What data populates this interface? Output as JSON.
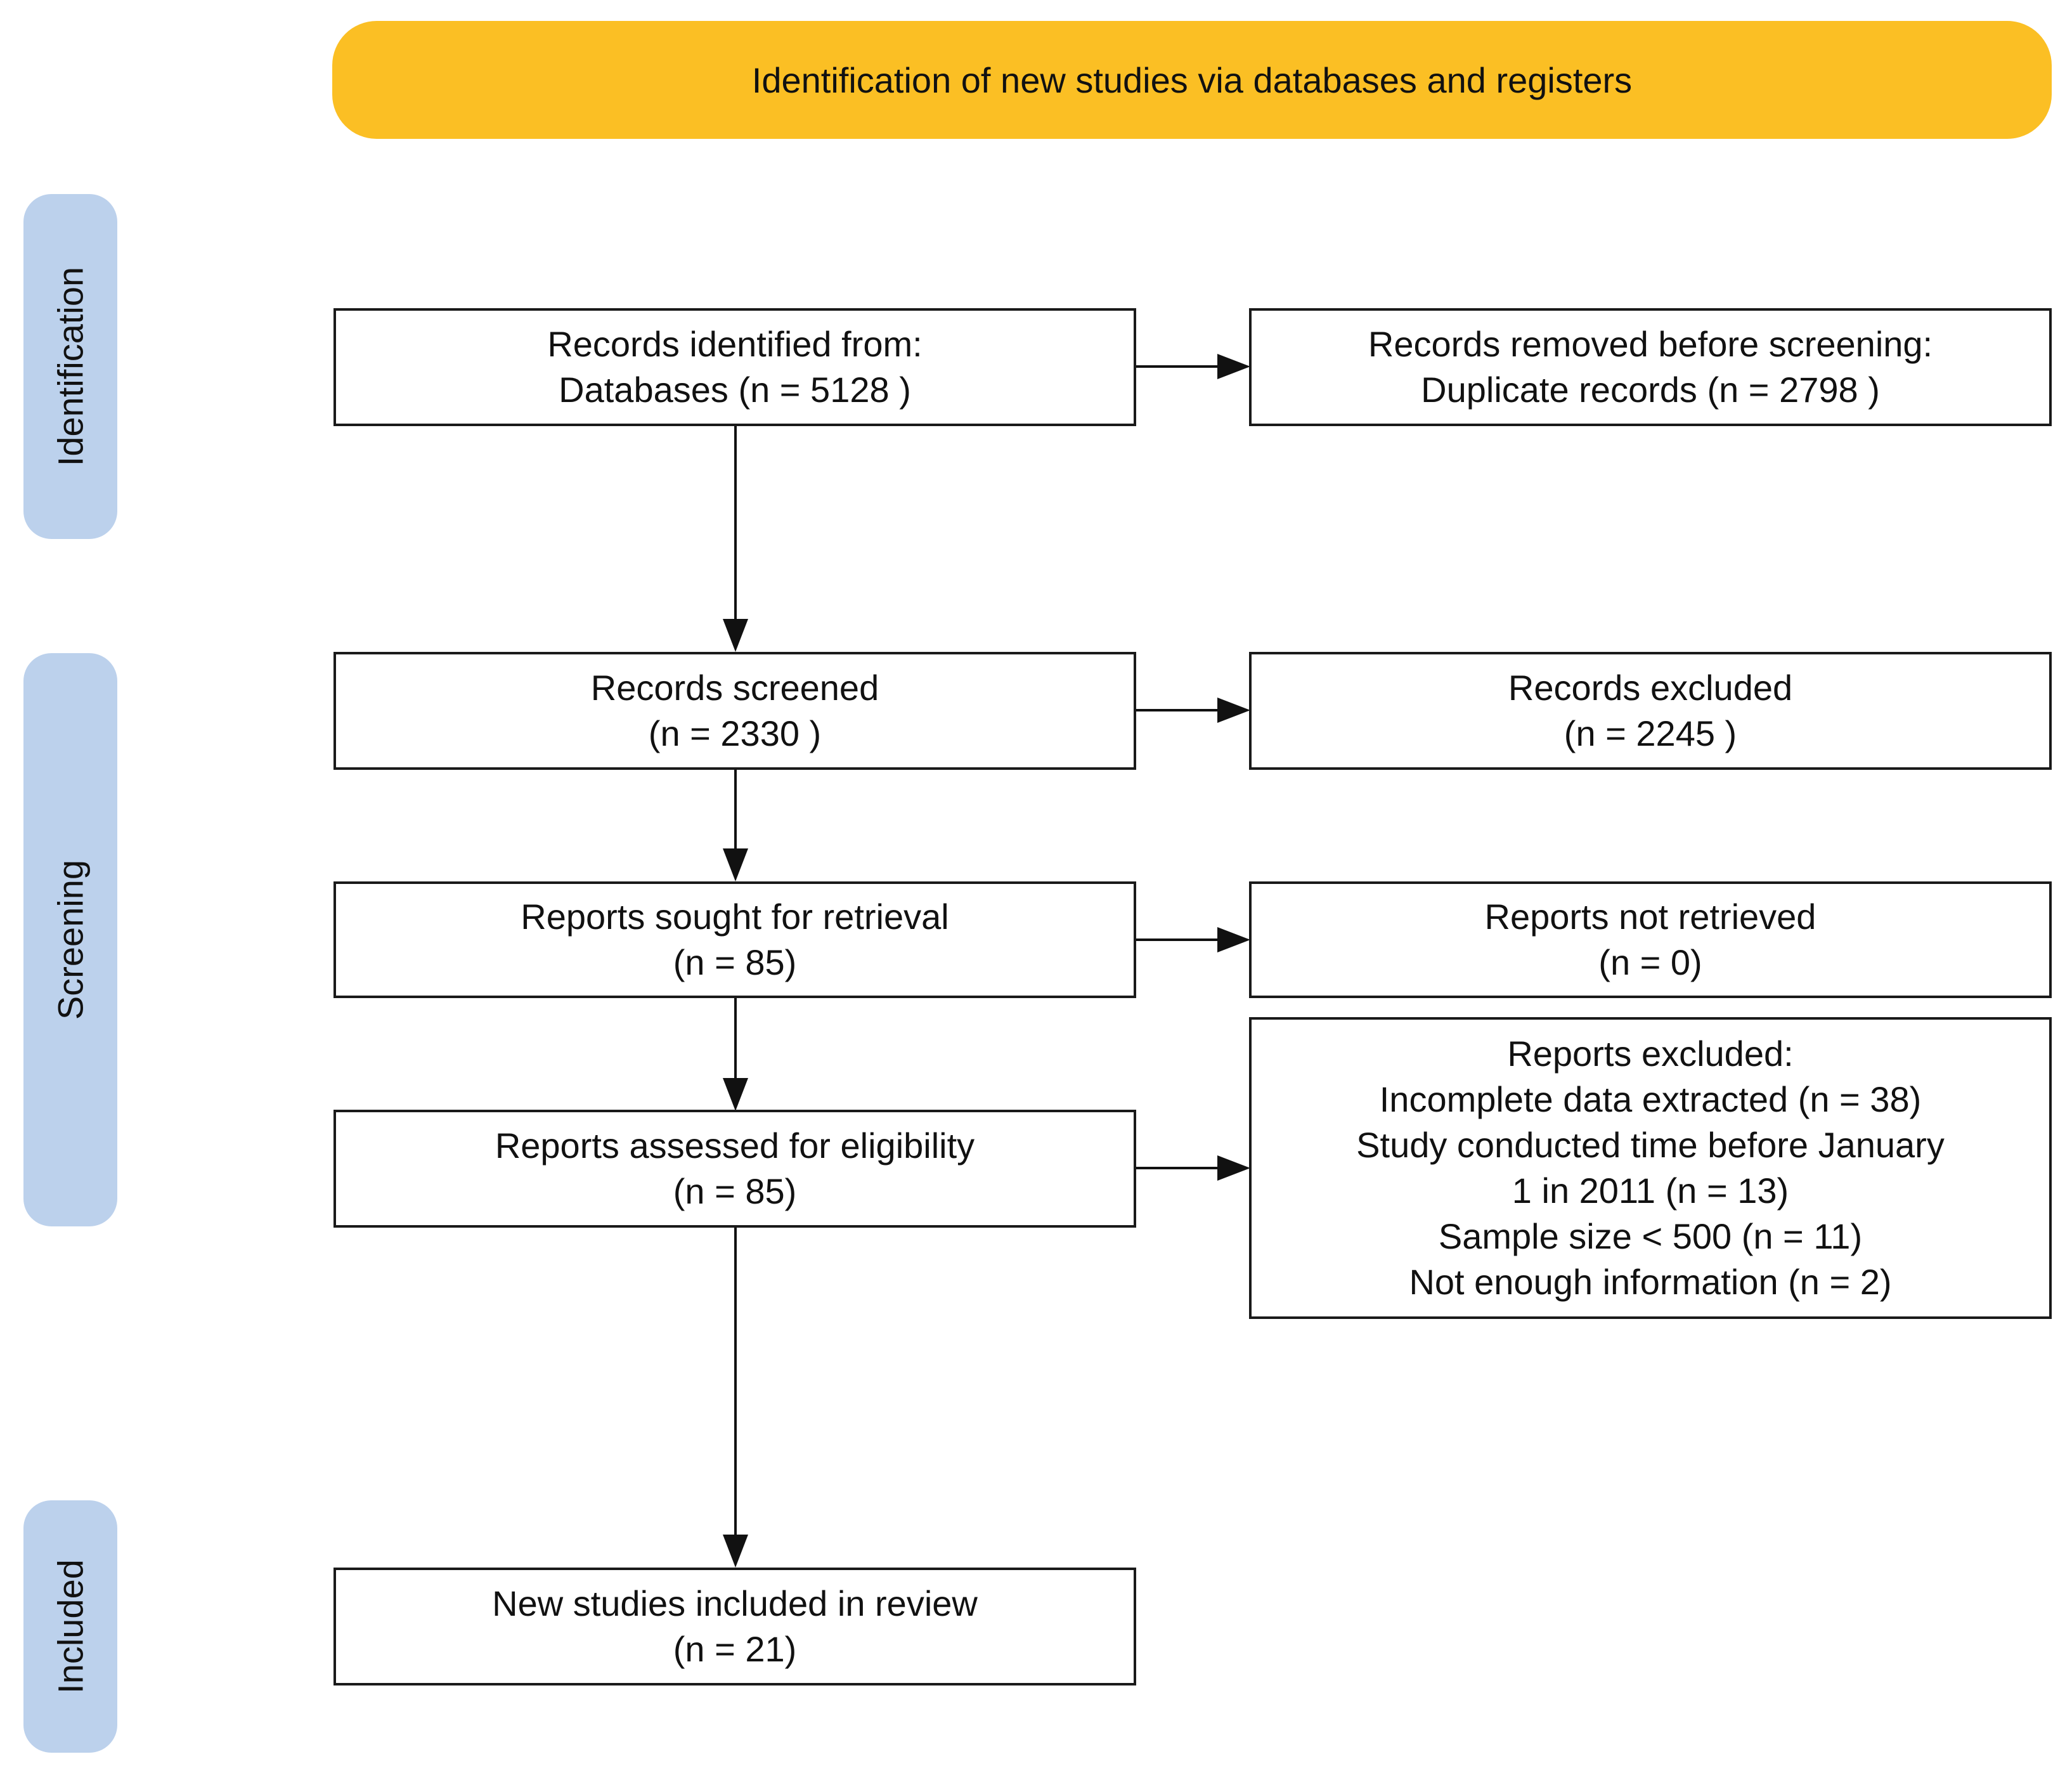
{
  "header": {
    "title": "Identification of new studies via databases and registers"
  },
  "phases": {
    "identification": "Identification",
    "screening": "Screening",
    "included": "Included"
  },
  "boxes": {
    "records_identified": {
      "line1": "Records identified from:",
      "line2": "Databases (n = 5128 )"
    },
    "records_removed": {
      "line1": "Records removed before screening:",
      "line2": "Duplicate records (n = 2798 )"
    },
    "records_screened": {
      "line1": "Records screened",
      "line2": "(n = 2330 )"
    },
    "records_excluded": {
      "line1": "Records excluded",
      "line2": "(n = 2245 )"
    },
    "reports_sought": {
      "line1": "Reports sought for retrieval",
      "line2": "(n = 85)"
    },
    "reports_not_retrieved": {
      "line1": "Reports not retrieved",
      "line2": "(n = 0)"
    },
    "reports_assessed": {
      "line1": "Reports assessed for eligibility",
      "line2": "(n = 85)"
    },
    "reports_excluded": {
      "title": "Reports excluded:",
      "lines": [
        "Incomplete data extracted (n = 38)",
        "Study conducted time before January",
        "1 in 2011 (n = 13)",
        "Sample size < 500 (n =  11)",
        "Not enough information (n = 2)"
      ]
    },
    "studies_included": {
      "line1": "New studies included in review",
      "line2": "(n = 21)"
    }
  }
}
